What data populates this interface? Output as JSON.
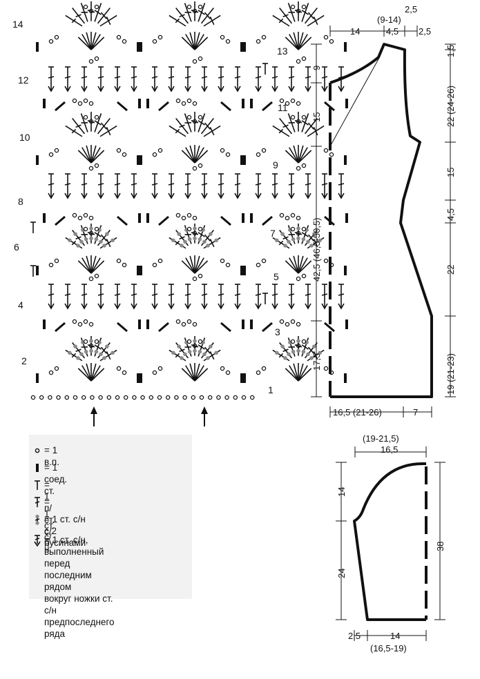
{
  "chart": {
    "row_numbers_right": [
      "1",
      "3",
      "5",
      "7",
      "9",
      "11",
      "13"
    ],
    "row_numbers_left": [
      "2",
      "4",
      "6",
      "8",
      "10",
      "12",
      "14"
    ]
  },
  "legend": {
    "items": [
      {
        "symbol": "chain-icon",
        "text": "= 1 в.п."
      },
      {
        "symbol": "slip-stitch-icon",
        "text": "= 1 соед. ст."
      },
      {
        "symbol": "half-double-crochet-icon",
        "text": "= 1 п/ст. с/н"
      },
      {
        "symbol": "double-crochet-icon",
        "text": "= 1 ст. с/н"
      },
      {
        "symbol": "beaded-double-crochet-icon",
        "text": "= 1 ст. с/н с 2 бусинами"
      },
      {
        "symbol": "post-stitch-arrow-icon",
        "text": "= 1 ст. с/н, выполненный\nперед последним рядом\nвокруг ножки ст. с/н\nпредпоследнего ряда"
      }
    ]
  },
  "body_schematic": {
    "top_labels": [
      "2,5",
      "(9-14)",
      "14",
      "4,5",
      "2,5"
    ],
    "right_labels": [
      "1,5",
      "22 (24-26)",
      "15",
      "4,5",
      "22",
      "19 (21-23)"
    ],
    "left_labels": [
      "9",
      "15",
      "42,5 (46,5-50,5)",
      "17,5"
    ],
    "bottom_labels": [
      "16,5 (21-26)",
      "7"
    ]
  },
  "sleeve_schematic": {
    "top_labels": [
      "(19-21,5)",
      "16,5"
    ],
    "left_labels": [
      "14",
      "24"
    ],
    "right_labels": [
      "38"
    ],
    "bottom_labels": [
      "2,5",
      "14",
      "(16,5-19)"
    ]
  },
  "colors": {
    "ink": "#111111",
    "bead": "#8a8a8a",
    "legend_bg": "#f2f2f2"
  }
}
